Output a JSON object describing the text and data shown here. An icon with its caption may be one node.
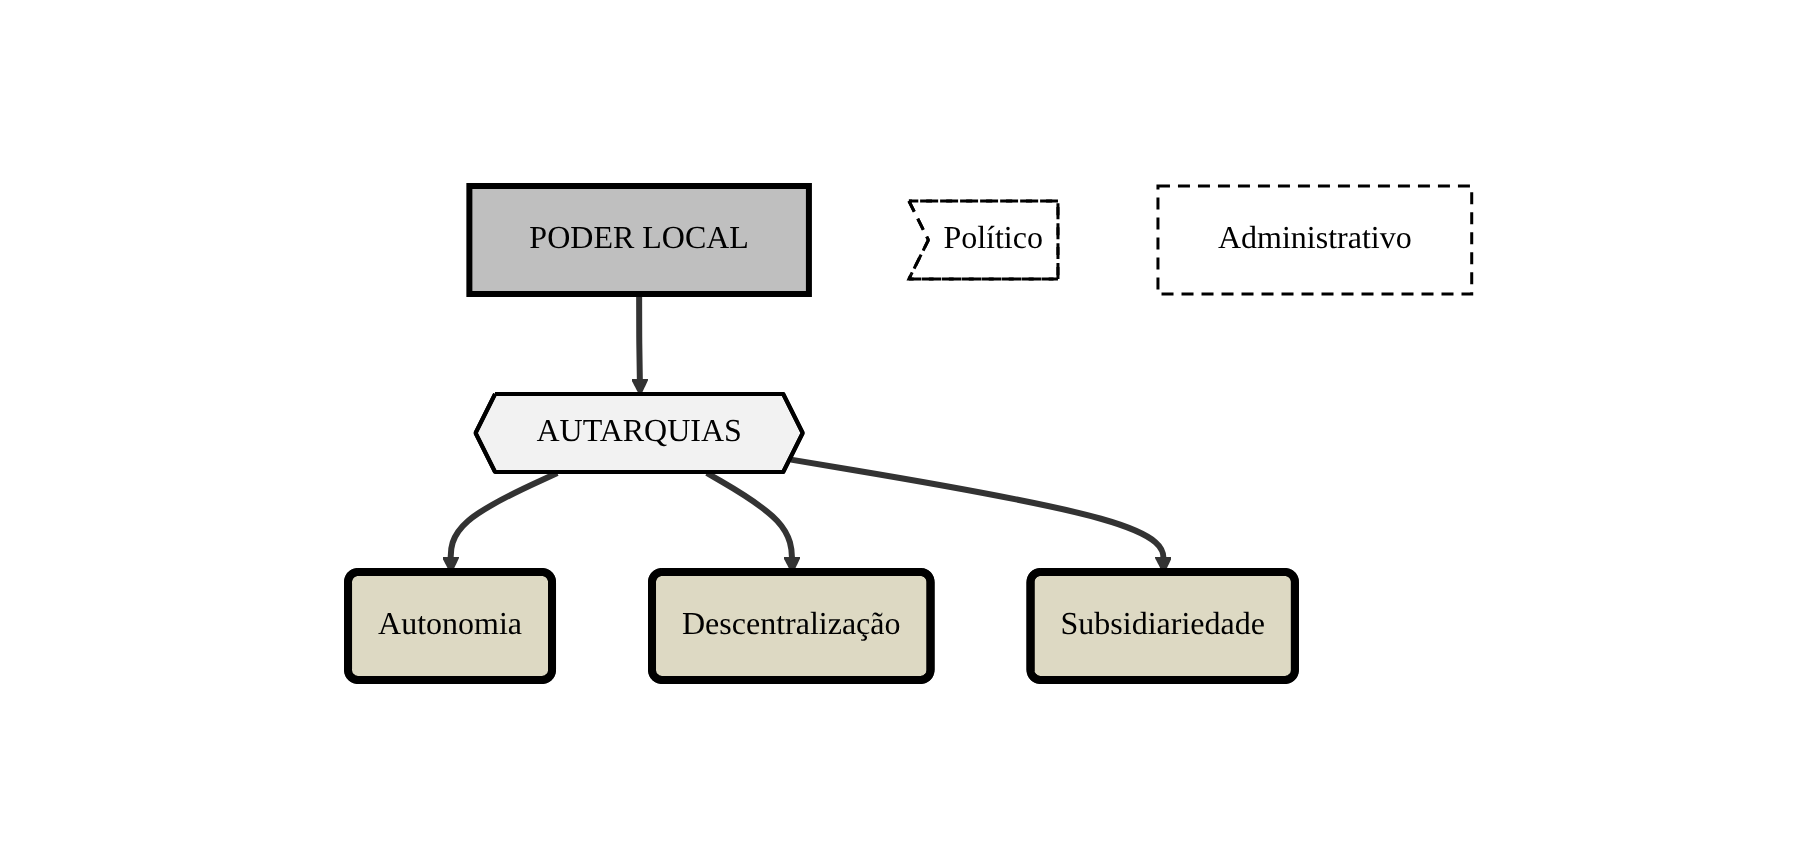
{
  "diagram": {
    "nodes": [
      {
        "text": [
          "PODER LOCAL"
        ]
      },
      {
        "text": [
          "AUTARQUIAS"
        ]
      },
      {
        "text": [
          "Autonomia"
        ]
      },
      {
        "text": [
          "Descentralização"
        ]
      },
      {
        "text": [
          "Subsidiariedade"
        ]
      },
      {
        "text": [
          "Político"
        ]
      },
      {
        "text": [
          "Administrativo"
        ]
      }
    ],
    "edges": [
      {
        "from": 0,
        "to": 1,
        "arrow": "to"
      },
      {
        "from": 1,
        "to": 2,
        "arrow": "to"
      },
      {
        "from": 1,
        "to": 3,
        "arrow": "to"
      },
      {
        "from": 1,
        "to": 4,
        "arrow": "to"
      }
    ]
  }
}
